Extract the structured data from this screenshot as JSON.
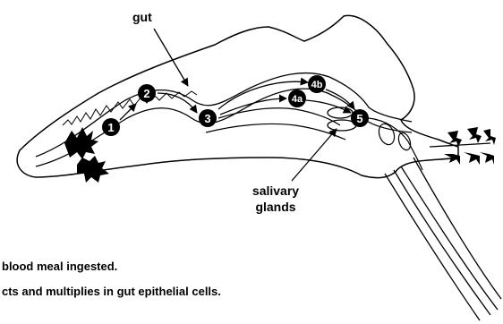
{
  "labels": {
    "gut": "gut",
    "salivary_line1": "salivary",
    "salivary_line2": "glands"
  },
  "steps": [
    "1",
    "2",
    "3",
    "4a",
    "4b",
    "5"
  ],
  "captions": [
    "blood meal ingested.",
    "cts and multiplies in gut epithelial cells."
  ]
}
